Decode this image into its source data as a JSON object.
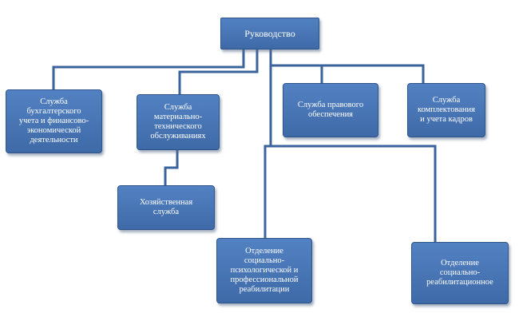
{
  "diagram": {
    "colors": {
      "box_fill": "#4674b4",
      "box_border": "#2f5487",
      "connector": "#3b639c",
      "text": "#ffffff"
    },
    "root": {
      "label": "Руководство"
    },
    "nodes": {
      "accounting": "Служба\nбухгалтерского\nучета и финансово-\nэкономической\nдеятельности",
      "logistics": "Служба\nматериально-\nтехнического\nобслуживаниях",
      "legal": "Служба правового\nобеспечения",
      "hr": "Служба\nкомплектования\nи учета кадров",
      "household": "Хозяйственная\nслужба",
      "social_psych": "Отделение\nсоциально-\nпсихологической и\nпрофессиональной\nреабилитации",
      "social_rehab": "Отделение\nсоциально-\nреабилитационное"
    }
  }
}
